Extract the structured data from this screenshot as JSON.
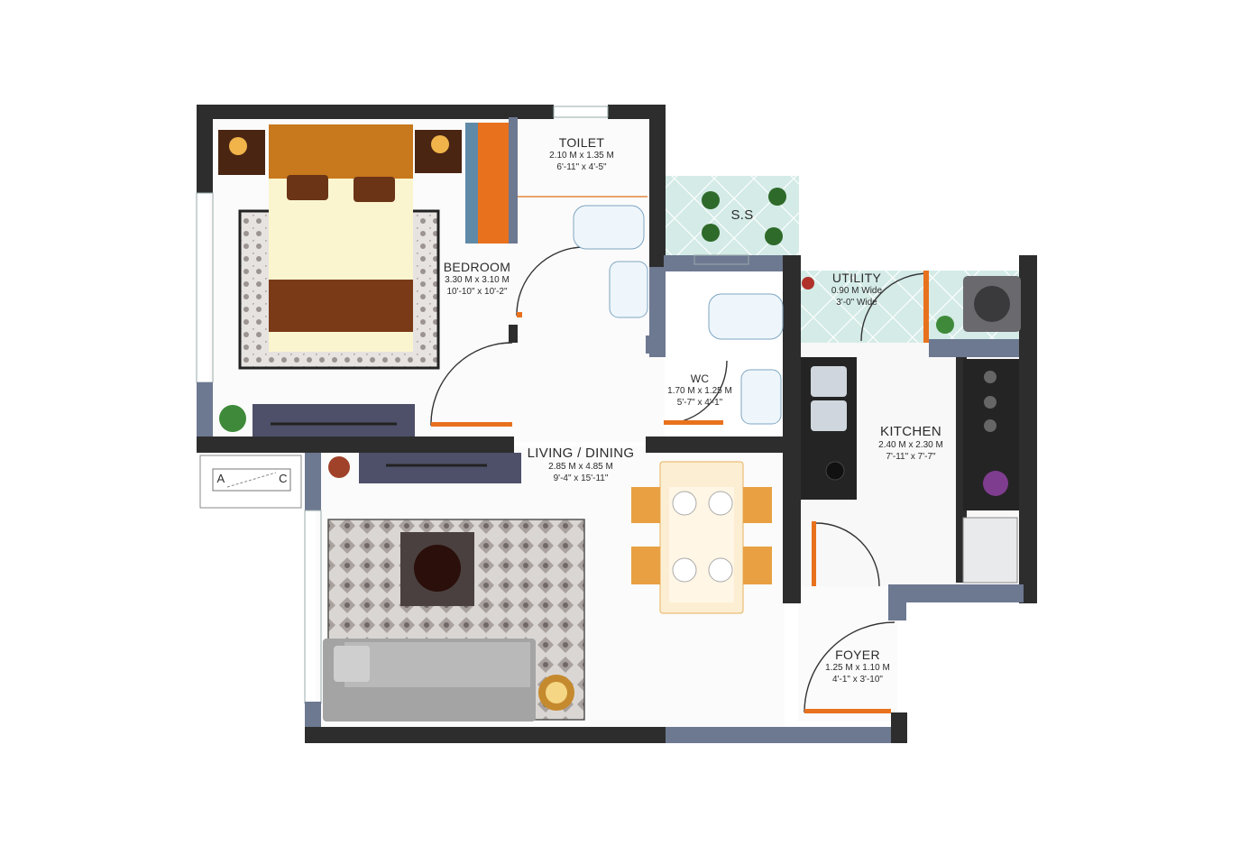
{
  "plan": {
    "rooms": [
      {
        "id": "toilet",
        "name": "TOILET",
        "size_m": "2.10 M x 1.35 M",
        "size_ft": "6'-11\" x 4'-5\""
      },
      {
        "id": "bedroom",
        "name": "BEDROOM",
        "size_m": "3.30 M x 3.10 M",
        "size_ft": "10'-10\" x 10'-2\""
      },
      {
        "id": "wc",
        "name": "WC",
        "size_m": "1.70 M x 1.25 M",
        "size_ft": "5'-7\" x 4'-1\""
      },
      {
        "id": "living",
        "name": "LIVING / DINING",
        "size_m": "2.85 M x 4.85 M",
        "size_ft": "9'-4\" x 15'-11\""
      },
      {
        "id": "utility",
        "name": "UTILITY",
        "size_m": "0.90 M Wide",
        "size_ft": "3'-0\" Wide"
      },
      {
        "id": "kitchen",
        "name": "KITCHEN",
        "size_m": "2.40 M x 2.30 M",
        "size_ft": "7'-11\" x 7'-7\""
      },
      {
        "id": "foyer",
        "name": "FOYER",
        "size_m": "1.25 M x 1.10 M",
        "size_ft": "4'-1\" x 3'-10\""
      }
    ],
    "ss_label": "S.S",
    "ac_label_a": "A",
    "ac_label_c": "C",
    "colors": {
      "wall": "#2d2d2d",
      "wall_light": "#6d7891",
      "floor": "#fbfbfb",
      "wood": "#e8711d",
      "balcony_tile": "#cfe8e4",
      "tv_unit": "#4d5068"
    }
  }
}
